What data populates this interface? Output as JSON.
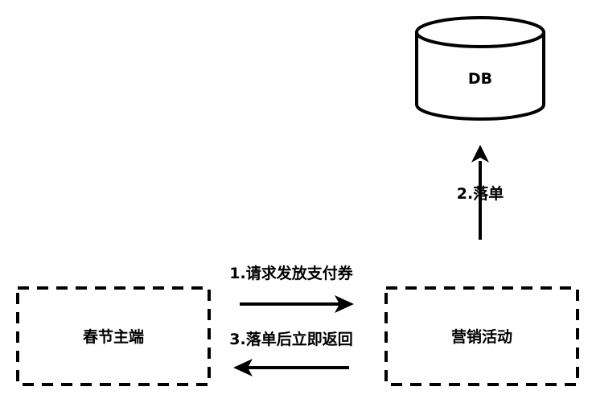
{
  "nodes": {
    "db": {
      "label": "DB"
    },
    "client": {
      "label": "春节主端"
    },
    "marketing": {
      "label": "营销活动"
    }
  },
  "edges": {
    "request": {
      "label": "1.请求发放支付券"
    },
    "persist": {
      "label": "2.落单"
    },
    "response": {
      "label": "3.落单后立即返回"
    }
  },
  "colors": {
    "stroke": "#000000",
    "background": "#ffffff"
  }
}
